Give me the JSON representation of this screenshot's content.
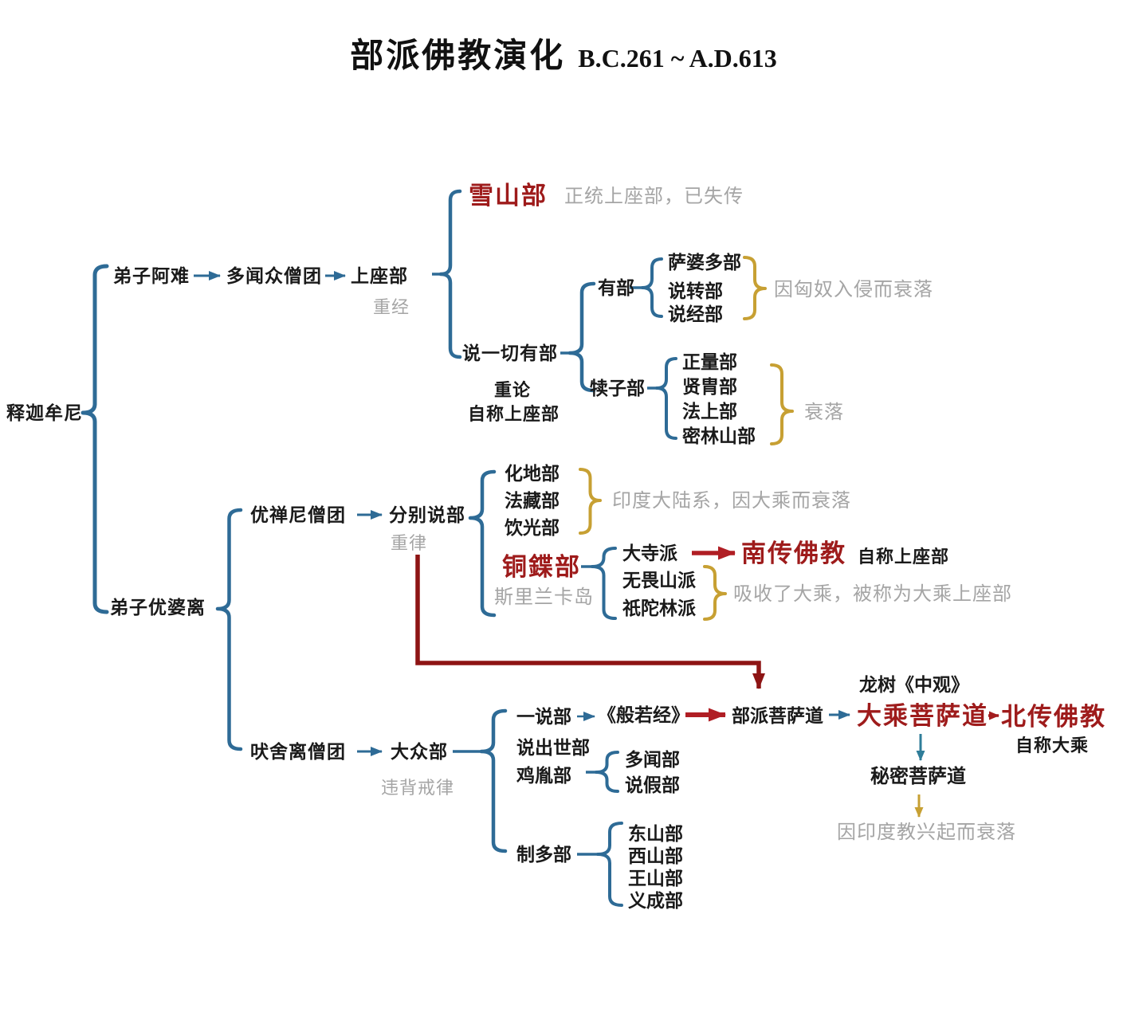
{
  "title": {
    "main": "部派佛教演化",
    "range": "B.C.261 ~ A.D.613"
  },
  "nodes": {
    "shakyamuni": "释迦牟尼",
    "anan": "弟子阿难",
    "duowen_sangha": "多闻众僧团",
    "shangzuobu": "上座部",
    "xueshanbu": "雪山部",
    "shuoyiqieyoubu": "说一切有部",
    "youbu": "有部",
    "sapoduobu": "萨婆多部",
    "shuozhuanbu": "说转部",
    "shuojingbu": "说经部",
    "duzibu": "犊子部",
    "zhengliangbu": "正量部",
    "xianzhoubu": "贤胄部",
    "fashangbu": "法上部",
    "milinshanbu": "密林山部",
    "youchanni_sangha": "优禅尼僧团",
    "fenbieshuobu": "分别说部",
    "huadibu": "化地部",
    "fazangbu": "法藏部",
    "yinguangbu": "饮光部",
    "tongyebu": "铜鍱部",
    "dasipai": "大寺派",
    "nanchuan": "南传佛教",
    "wuweishanpai": "无畏山派",
    "qituolinpai": "祇陀林派",
    "youpoli": "弟子优婆离",
    "feisheli_sangha": "吠舍离僧团",
    "dazhongbu": "大众部",
    "yishuobu": "一说部",
    "borejing": "《般若经》",
    "bupai_pusadao": "部派菩萨道",
    "longshu": "龙树《中观》",
    "dacheng_pusadao": "大乘菩萨道",
    "beichuan": "北传佛教",
    "shuochushibu": "说出世部",
    "jiyinbu": "鸡胤部",
    "duowenbu": "多闻部",
    "shuojiabu": "说假部",
    "zhiduobu": "制多部",
    "dongshanbu": "东山部",
    "xishanbu": "西山部",
    "wangshanbu": "王山部",
    "yichengbu": "义成部",
    "mimi_pusadao": "秘密菩萨道"
  },
  "annotations": {
    "zhongjing": "重经",
    "zhonglun": "重论",
    "zicheng_shangzuobu": "自称上座部",
    "xueshan_note": "正统上座部，已失传",
    "xiongnu_note": "因匈奴入侵而衰落",
    "shuailuo_note": "衰落",
    "zhonglv": "重律",
    "yindu_dalu_note": "印度大陆系，因大乘而衰落",
    "sililanka": "斯里兰卡岛",
    "zicheng_shangzuobu2": "自称上座部",
    "xishou_note": "吸收了大乘，被称为大乘上座部",
    "weibei_jielv": "违背戒律",
    "zicheng_dacheng": "自称大乘",
    "yindujiao_note": "因印度教兴起而衰落"
  },
  "colors": {
    "blue": "#2E6B96",
    "gold": "#C7A033",
    "red": "#B01E24",
    "red2": "#A31D1F",
    "maroon": "#8D1414",
    "teal": "#2F7D99",
    "dark_red_text": "#9E1B1B",
    "gray_text": "#A5A5A5"
  }
}
